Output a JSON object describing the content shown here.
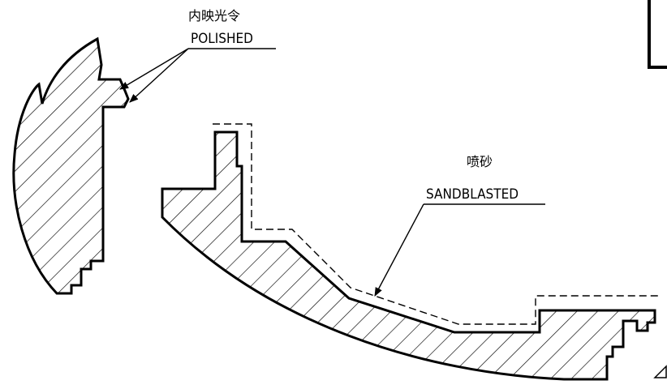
{
  "annotations": {
    "polished": {
      "cn": "内映光令",
      "en": "POLISHED"
    },
    "sandblasted": {
      "cn": "喷砂",
      "en": "SANDBLASTED"
    }
  }
}
